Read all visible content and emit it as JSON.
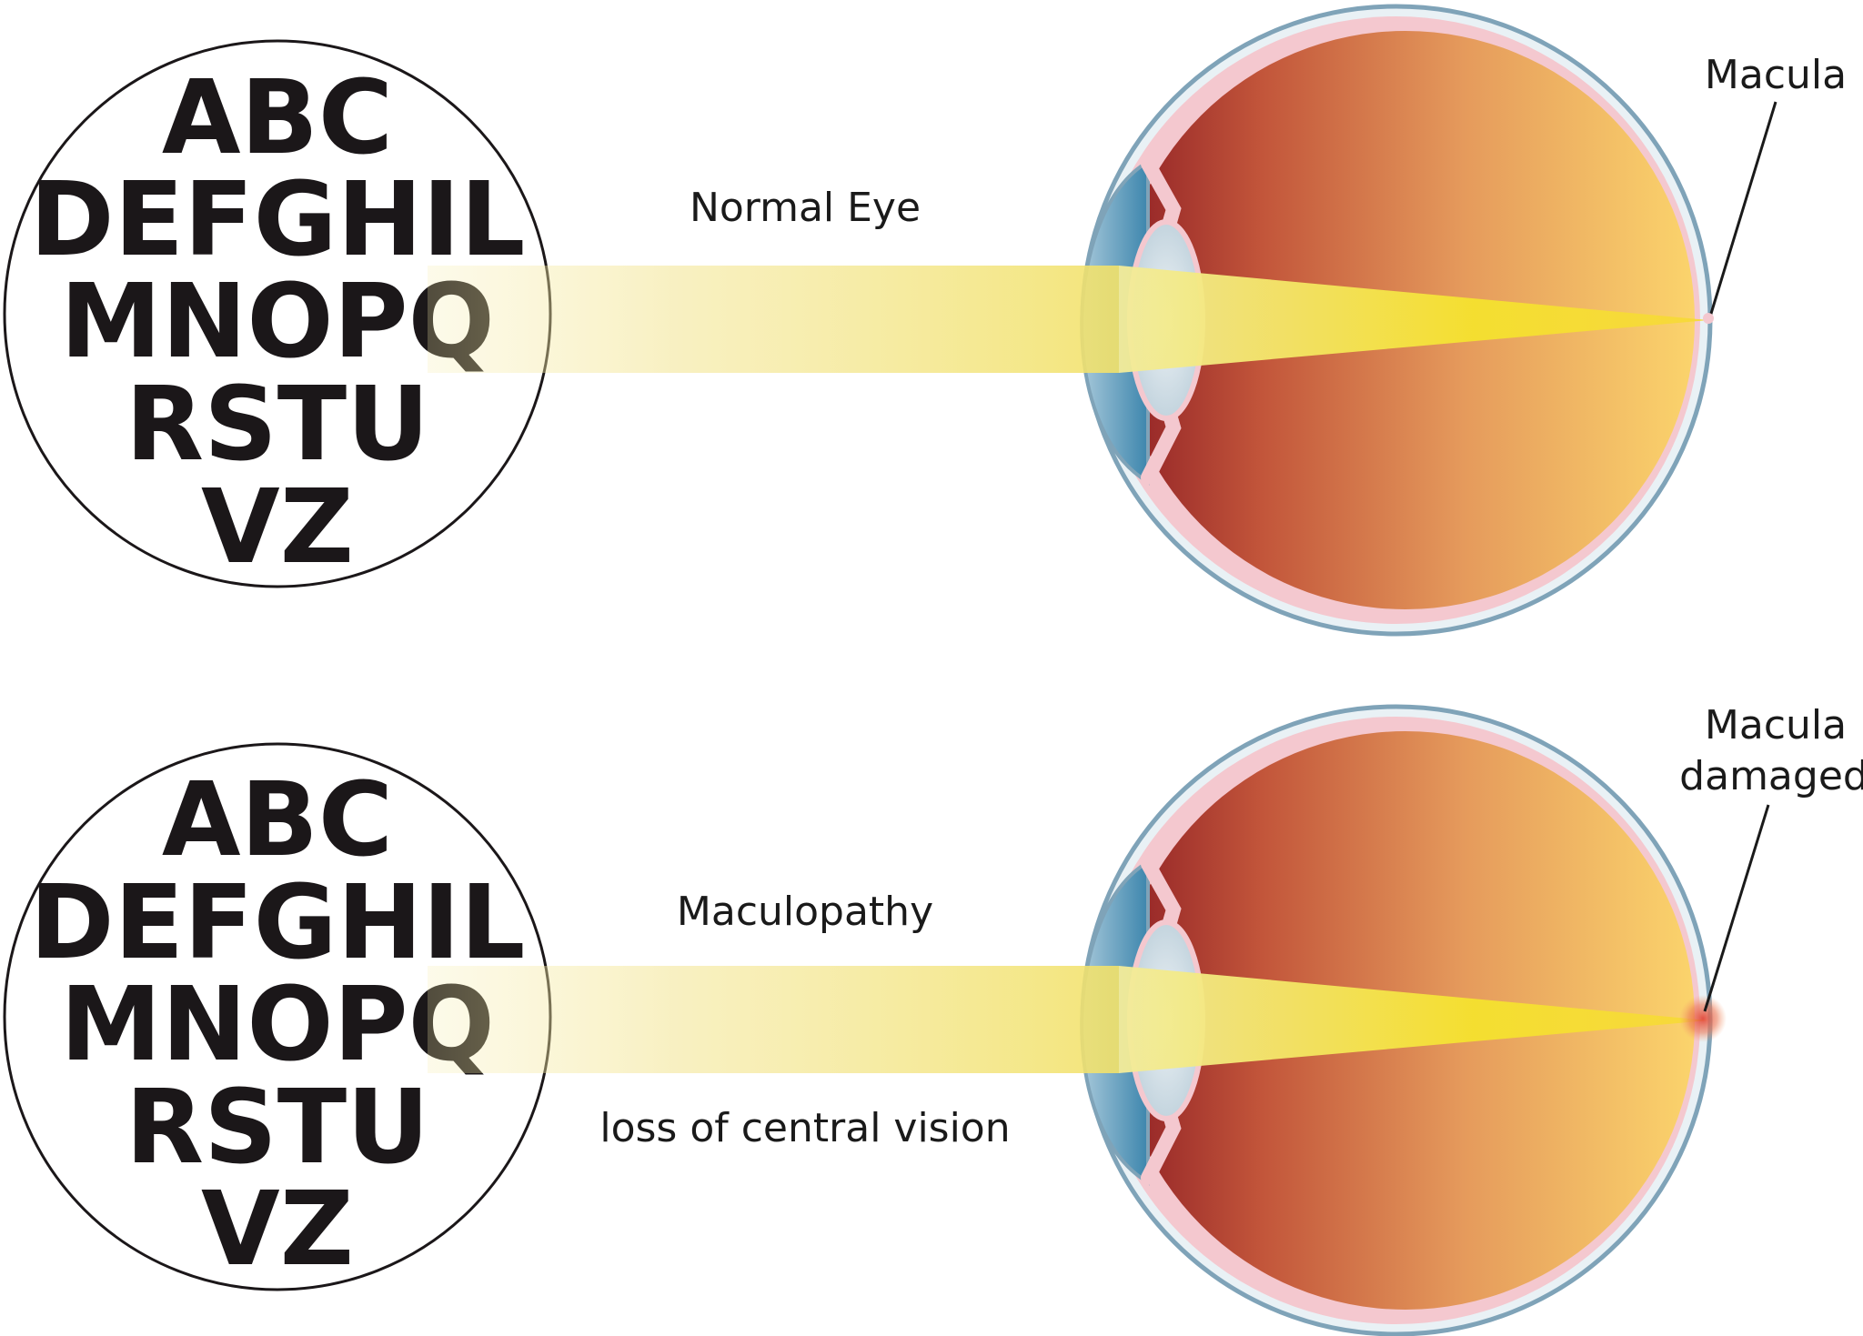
{
  "panels": {
    "normal": {
      "chart_lines": [
        "ABC",
        "DEFGHIL",
        "MNOPQ",
        "RSTU",
        "VZ"
      ],
      "title": "Normal Eye",
      "macula_label": "Macula"
    },
    "maculopathy": {
      "chart_lines": [
        "ABC",
        "DEFGHIL",
        "MNOPQ",
        "RSTU",
        "VZ"
      ],
      "title": "Maculopathy",
      "subtitle": "loss of central vision",
      "macula_label_line1": "Macula",
      "macula_label_line2": "damaged"
    }
  },
  "colors": {
    "light_beam": "#f3e23a",
    "eye_interior_dark": "#9b2a2a",
    "eye_interior_light": "#fbd26a",
    "sclera_outline": "#7fa3b8",
    "choroid_pink": "#f4c8cf",
    "cornea_blue": "#5b9ec0",
    "lens": "#dbe6ec",
    "damage_spot": "#e8604a",
    "text": "#1a1a1a"
  }
}
